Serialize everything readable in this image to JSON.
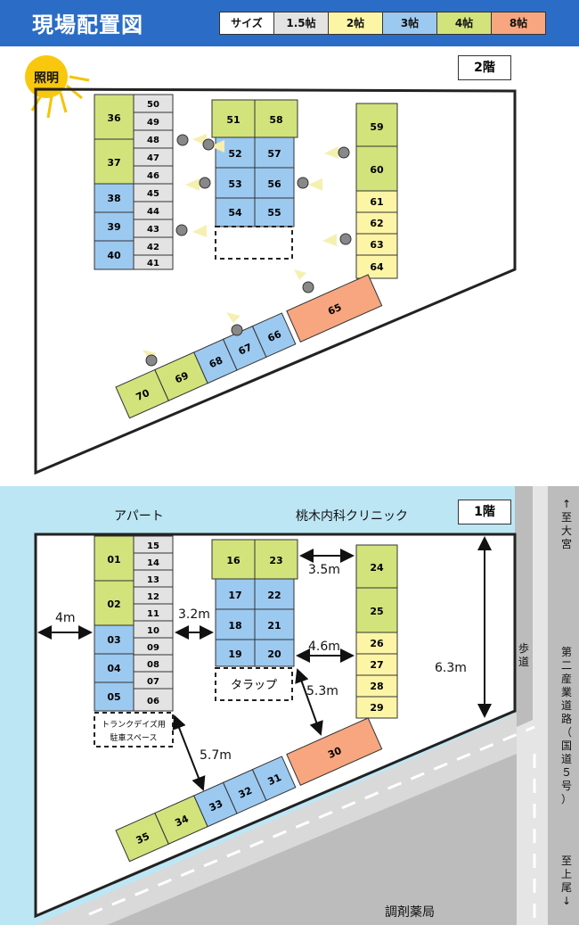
{
  "header": {
    "title": "現場配置図",
    "legend": [
      {
        "label": "サイズ",
        "color": "#ffffff"
      },
      {
        "label": "1.5帖",
        "color": "#e3e3e3"
      },
      {
        "label": "2帖",
        "color": "#fdf5a6"
      },
      {
        "label": "3帖",
        "color": "#9cc9f0"
      },
      {
        "label": "4帖",
        "color": "#d2e37c"
      },
      {
        "label": "8帖",
        "color": "#f7a67f"
      }
    ]
  },
  "lighting": {
    "label": "照明"
  },
  "floor2": {
    "floor_label": "2階",
    "col_a": [
      "36",
      "37",
      "38",
      "39",
      "40"
    ],
    "col_b": [
      "50",
      "49",
      "48",
      "47",
      "46",
      "45",
      "44",
      "43",
      "42",
      "41"
    ],
    "col_c_top": [
      "51",
      "58"
    ],
    "col_c_grid": [
      "52",
      "57",
      "53",
      "56",
      "54",
      "55"
    ],
    "col_d": [
      "59",
      "60",
      "61",
      "62",
      "63",
      "64"
    ],
    "diag": [
      "70",
      "69",
      "68",
      "67",
      "66"
    ],
    "big": "65"
  },
  "floor1": {
    "floor_label": "1階",
    "col_a": [
      "01",
      "02",
      "03",
      "04",
      "05"
    ],
    "col_b": [
      "15",
      "14",
      "13",
      "12",
      "11",
      "10",
      "09",
      "08",
      "07",
      "06"
    ],
    "col_c_top": [
      "16",
      "23"
    ],
    "col_c_grid": [
      "17",
      "22",
      "18",
      "21",
      "19",
      "20"
    ],
    "col_d": [
      "24",
      "25",
      "26",
      "27",
      "28",
      "29"
    ],
    "diag": [
      "35",
      "34",
      "33",
      "32",
      "31"
    ],
    "big": "30",
    "parking_label": "トランクデイズ用\n駐車スペース",
    "ramp_label": "タラップ",
    "dimensions": [
      "4m",
      "3.2m",
      "3.5m",
      "4.6m",
      "5.3m",
      "5.7m",
      "6.3m"
    ]
  },
  "surroundings": {
    "apart": "アパート",
    "clinic": "桃木内科クリニック",
    "pharmacy": "調剤薬局",
    "sidewalk": "歩道",
    "road": "第二産業道路（国道５号）",
    "to_north": "至 大宮",
    "to_south": "至 上尾",
    "arrow_up": "↑",
    "arrow_down": "↓"
  }
}
